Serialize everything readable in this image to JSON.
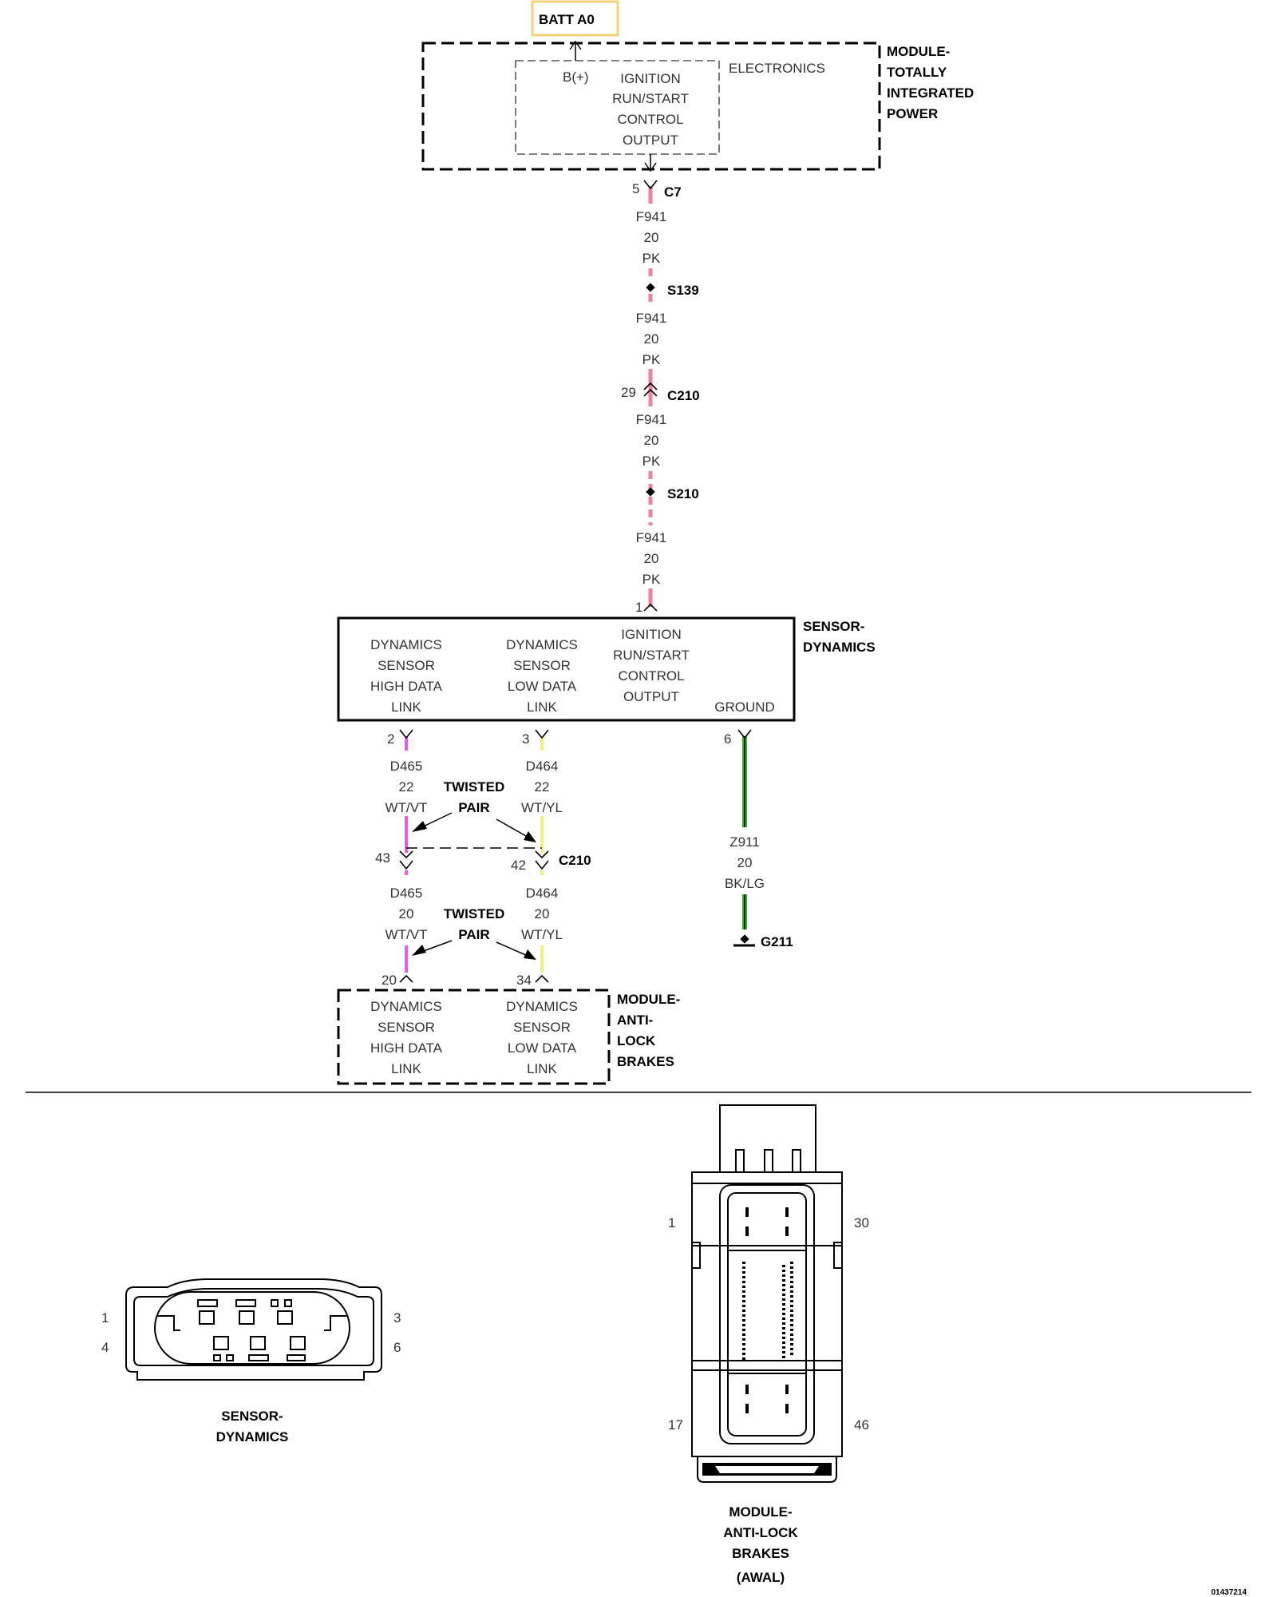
{
  "batt": {
    "label": "BATT A0",
    "color": "#f2d27a"
  },
  "tipm": {
    "name": [
      "MODULE-",
      "TOTALLY",
      "INTEGRATED",
      "POWER"
    ],
    "electronics": "ELECTRONICS",
    "bplus": "B(+)",
    "output": [
      "IGNITION",
      "RUN/START",
      "CONTROL",
      "OUTPUT"
    ]
  },
  "wire_colors": {
    "pink": "#e8849b",
    "violet": "#e060e0",
    "yellow": "#f0f088",
    "green": "#3aaa35",
    "black": "#000000"
  },
  "feed": {
    "seg1": {
      "pin": "5",
      "connector": "C7",
      "circuit": "F941",
      "gauge": "20",
      "color": "PK"
    },
    "splice1": "S139",
    "seg2": {
      "circuit": "F941",
      "gauge": "20",
      "color": "PK"
    },
    "inline": {
      "pin": "29",
      "connector": "C210"
    },
    "seg3": {
      "circuit": "F941",
      "gauge": "20",
      "color": "PK"
    },
    "splice2": "S210",
    "seg4": {
      "circuit": "F941",
      "gauge": "20",
      "color": "PK",
      "pin": "1"
    }
  },
  "sensor": {
    "name": [
      "SENSOR-",
      "DYNAMICS"
    ],
    "high": [
      "DYNAMICS",
      "SENSOR",
      "HIGH DATA",
      "LINK"
    ],
    "low": [
      "DYNAMICS",
      "SENSOR",
      "LOW DATA",
      "LINK"
    ],
    "ign": [
      "IGNITION",
      "RUN/START",
      "CONTROL",
      "OUTPUT"
    ],
    "ground": "GROUND"
  },
  "high_wire": {
    "pin_top": "2",
    "circuit": "D465",
    "gauge1": "22",
    "color": "WT/VT",
    "pin_c210": "43",
    "gauge2": "20",
    "pin_abs": "20"
  },
  "low_wire": {
    "pin_top": "3",
    "circuit": "D464",
    "gauge1": "22",
    "color": "WT/YL",
    "pin_c210": "42",
    "gauge2": "20",
    "pin_abs": "34"
  },
  "twisted": [
    "TWISTED",
    "PAIR"
  ],
  "c210": "C210",
  "ground_wire": {
    "pin": "6",
    "circuit": "Z911",
    "gauge": "20",
    "color": "BK/LG",
    "ground": "G211"
  },
  "abs": {
    "name": [
      "MODULE-",
      "ANTI-",
      "LOCK",
      "BRAKES"
    ],
    "high": [
      "DYNAMICS",
      "SENSOR",
      "HIGH DATA",
      "LINK"
    ],
    "low": [
      "DYNAMICS",
      "SENSOR",
      "LOW DATA",
      "LINK"
    ]
  },
  "conn_sensor": {
    "pins": [
      "1",
      "3",
      "4",
      "6"
    ],
    "label": [
      "SENSOR-",
      "DYNAMICS"
    ]
  },
  "conn_abs": {
    "pins": [
      "1",
      "30",
      "17",
      "46"
    ],
    "label": [
      "MODULE-",
      "ANTI-LOCK",
      "BRAKES",
      "(AWAL)"
    ]
  },
  "figure_id": "01437214"
}
